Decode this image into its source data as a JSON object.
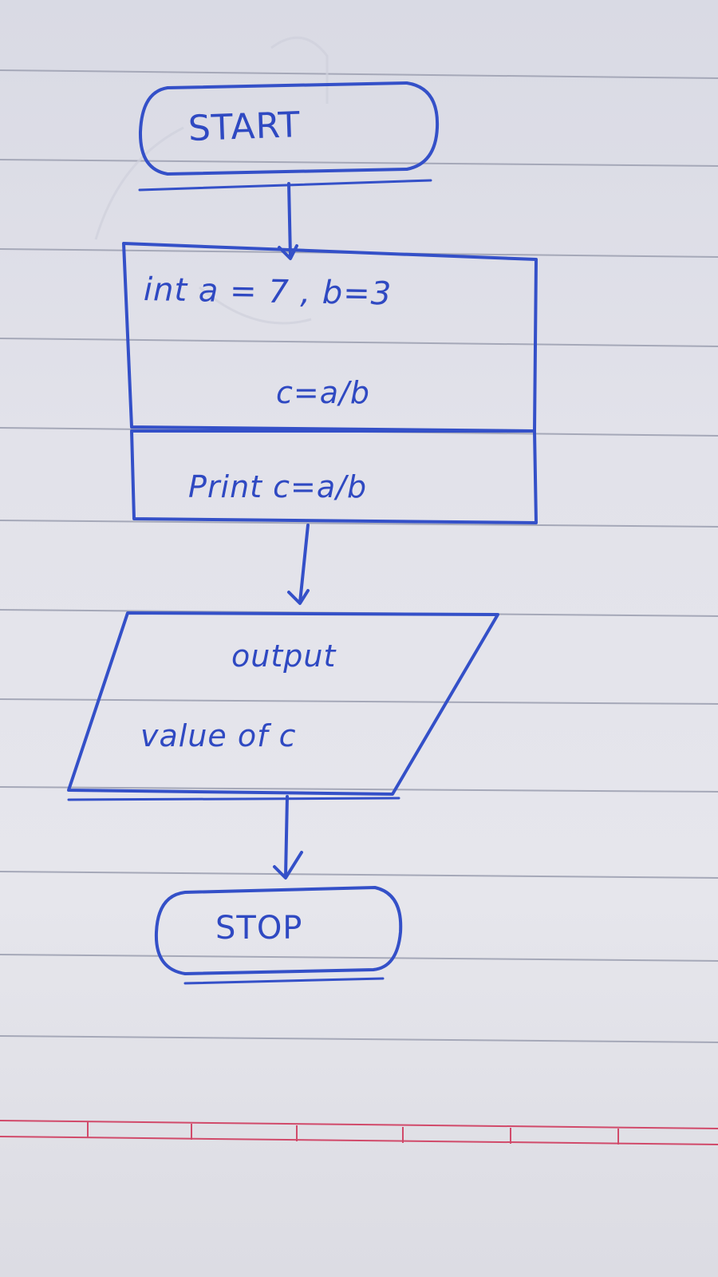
{
  "diagram": {
    "start": "START",
    "init_line1": "int a = 7 , b=3",
    "init_line2": "c=a/b",
    "print_line": "Print c=a/b",
    "output_line1": "output",
    "output_line2": "value of c",
    "stop": "STOP"
  },
  "colors": {
    "ink": "#3450c8",
    "paper": "#e3e3ea",
    "rule_line": "#a5a8b8",
    "margin_line": "#d14a6a"
  }
}
